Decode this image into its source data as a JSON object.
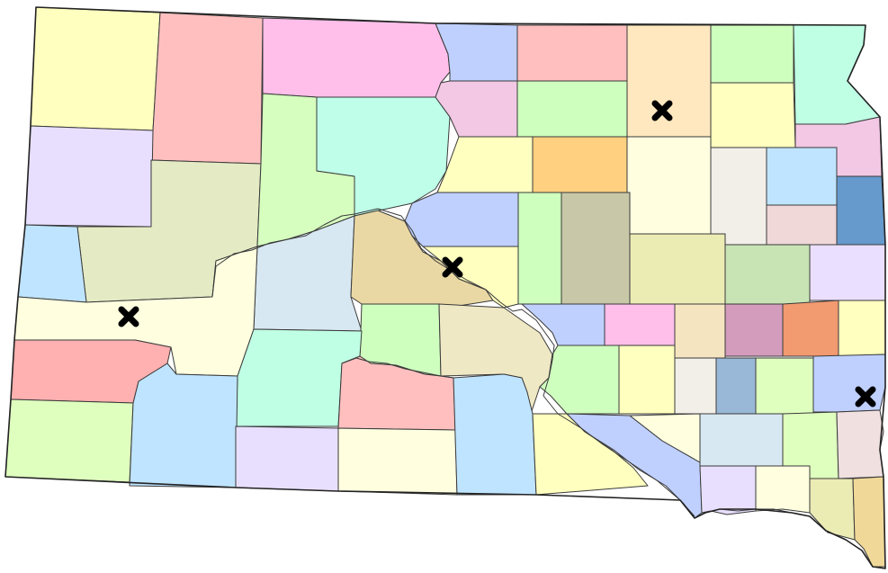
{
  "map": {
    "state": "South Dakota",
    "view": "county map",
    "marker_symbol": "x-mark",
    "marker_count": 4,
    "colors": {
      "border": "#3a3a3a",
      "marker": "#000000",
      "background": "#ffffff"
    }
  }
}
